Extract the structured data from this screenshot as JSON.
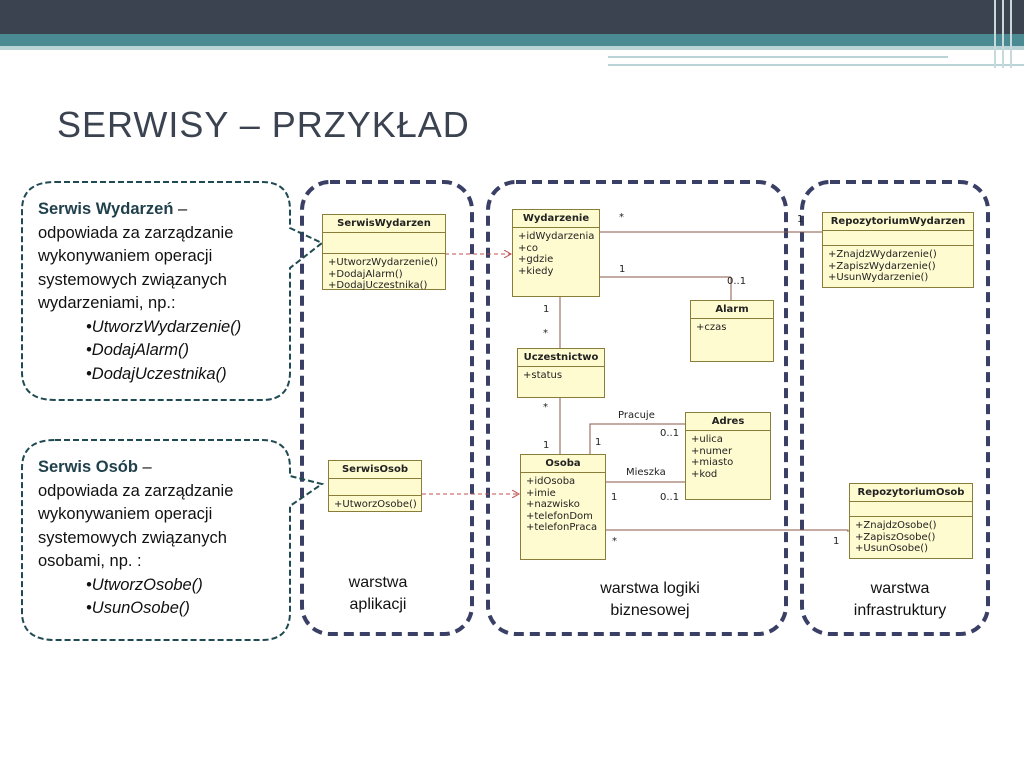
{
  "title": "SERWISY – PRZYKŁAD",
  "callouts": {
    "wydarzen": {
      "lead": "Serwis Wydarzeń",
      "dash": " –",
      "lines": [
        "odpowiada za zarządzanie",
        "wykonywaniem operacji",
        "systemowych związanych",
        "wydarzeniami, np.:"
      ],
      "bullets": [
        "UtworzWydarzenie()",
        "DodajAlarm()",
        "DodajUczestnika()"
      ]
    },
    "osob": {
      "lead": "Serwis Osób",
      "dash": " –",
      "lines": [
        "odpowiada za zarządzanie",
        "wykonywaniem operacji",
        "systemowych związanych",
        "osobami, np. :"
      ],
      "bullets": [
        "UtworzOsobe()",
        "UsunOsobe()"
      ]
    }
  },
  "layers": {
    "aplikacji": [
      "warstwa",
      "aplikacji"
    ],
    "logiki": [
      "warstwa logiki",
      "biznesowej"
    ],
    "infrastruktury": [
      "warstwa",
      "infrastruktury"
    ]
  },
  "classes": {
    "serwisWydarzen": {
      "name": "SerwisWydarzen",
      "attrs": [],
      "ops": [
        "+UtworzWydarzenie()",
        "+DodajAlarm()",
        "+DodajUczestnika()"
      ]
    },
    "serwisOsob": {
      "name": "SerwisOsob",
      "attrs": [],
      "ops": [
        "+UtworzOsobe()"
      ]
    },
    "wydarzenie": {
      "name": "Wydarzenie",
      "attrs": [
        "+idWydarzenia",
        "+co",
        "+gdzie",
        "+kiedy"
      ]
    },
    "alarm": {
      "name": "Alarm",
      "attrs": [
        "+czas"
      ]
    },
    "uczestnictwo": {
      "name": "Uczestnictwo",
      "attrs": [
        "+status"
      ]
    },
    "adres": {
      "name": "Adres",
      "attrs": [
        "+ulica",
        "+numer",
        "+miasto",
        "+kod"
      ]
    },
    "osoba": {
      "name": "Osoba",
      "attrs": [
        "+idOsoba",
        "+imie",
        "+nazwisko",
        "+telefonDom",
        "+telefonPraca"
      ]
    },
    "repoWydarzen": {
      "name": "RepozytoriumWydarzen",
      "attrs": [],
      "ops": [
        "+ZnajdzWydarzenie()",
        "+ZapiszWydarzenie()",
        "+UsunWydarzenie()"
      ]
    },
    "repoOsob": {
      "name": "RepozytoriumOsob",
      "attrs": [],
      "ops": [
        "+ZnajdzOsobe()",
        "+ZapiszOsobe()",
        "+UsunOsobe()"
      ]
    }
  },
  "associations": {
    "pracuje": "Pracuje",
    "mieszka": "Mieszka"
  },
  "multiplicities": {
    "wyd_repo_star": "*",
    "wyd_repo_one": "1",
    "wyd_alarm_one": "1",
    "wyd_alarm_range": "0..1",
    "wyd_ucz_one": "1",
    "wyd_ucz_star": "*",
    "ucz_osoba_star": "*",
    "ucz_osoba_one": "1",
    "pracuje_one": "1",
    "pracuje_range": "0..1",
    "mieszka_one": "1",
    "mieszka_range": "0..1",
    "osoba_repo_star": "*",
    "osoba_repo_one": "1"
  },
  "colors": {
    "frame": "#3a3f66",
    "topbar": "#3b4351",
    "teal": "#4a8a92",
    "umlFill": "#fffbd0",
    "umlBorder": "#8a7d3a",
    "arrow": "#c0504d"
  }
}
